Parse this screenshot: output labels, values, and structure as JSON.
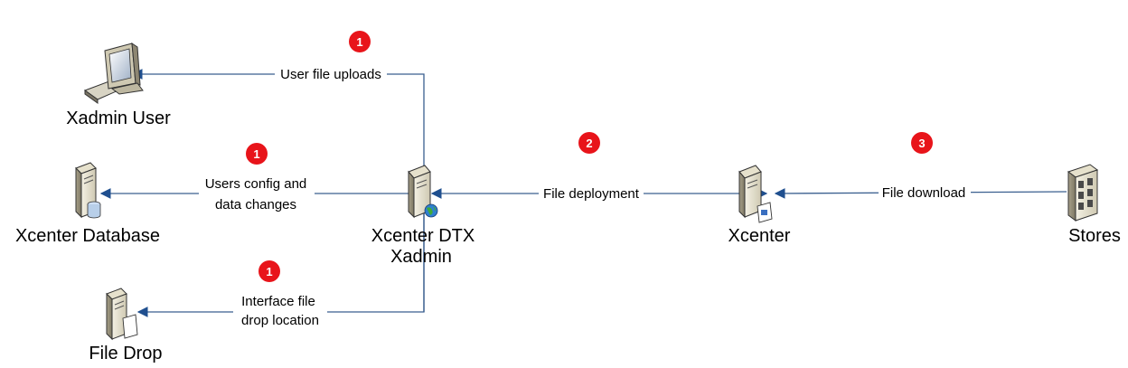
{
  "nodes": {
    "xadmin_user": "Xadmin User",
    "xcenter_database": "Xcenter Database",
    "file_drop": "File Drop",
    "dtx_line1": "Xcenter DTX",
    "dtx_line2": "Xadmin",
    "xcenter": "Xcenter",
    "stores": "Stores"
  },
  "edges": {
    "user_uploads": "User file uploads",
    "db_line1": "Users config and",
    "db_line2": "data changes",
    "drop_line1": "Interface file",
    "drop_line2": "drop location",
    "deployment": "File deployment",
    "download": "File download"
  },
  "badges": {
    "user_uploads": "1",
    "db_changes": "1",
    "file_drop": "1",
    "deployment": "2",
    "download": "3"
  },
  "colors": {
    "connector": "#3a5f8f",
    "badge": "#e8141a"
  }
}
